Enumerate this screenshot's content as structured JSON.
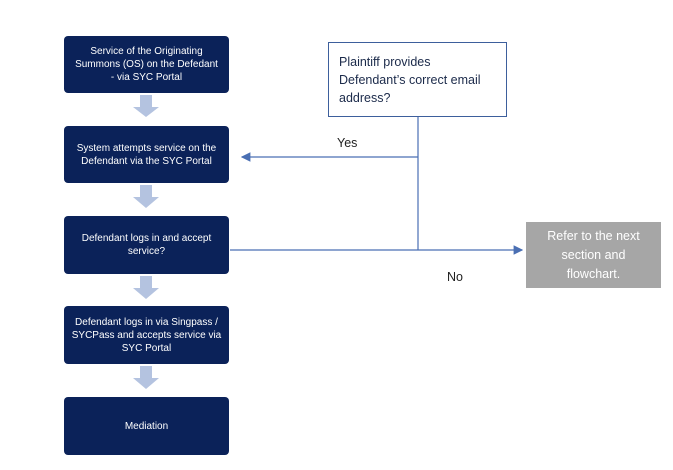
{
  "nodes": {
    "service_os": "Service of the Originating\nSummons (OS) on the Defedant\n- via SYC Portal",
    "system_attempts": "System attempts service on the\nDefendant via the SYC Portal",
    "defendant_logs_accept": "Defendant logs in and accept\nservice?",
    "defendant_singpass": "Defendant logs in via Singpass /\nSYCPass and accepts service via\nSYC Portal",
    "mediation": "Mediation",
    "plaintiff_email": "Plaintiff provides\nDefendant’s correct email\naddress?",
    "refer_next": "Refer to the next\nsection and\nflowchart."
  },
  "labels": {
    "yes": "Yes",
    "no": "No"
  },
  "colors": {
    "dark_box": "#0b2259",
    "grey_box": "#a6a6a6",
    "arrow_down": "#b4c3e0",
    "connector": "#4a6fb3"
  }
}
